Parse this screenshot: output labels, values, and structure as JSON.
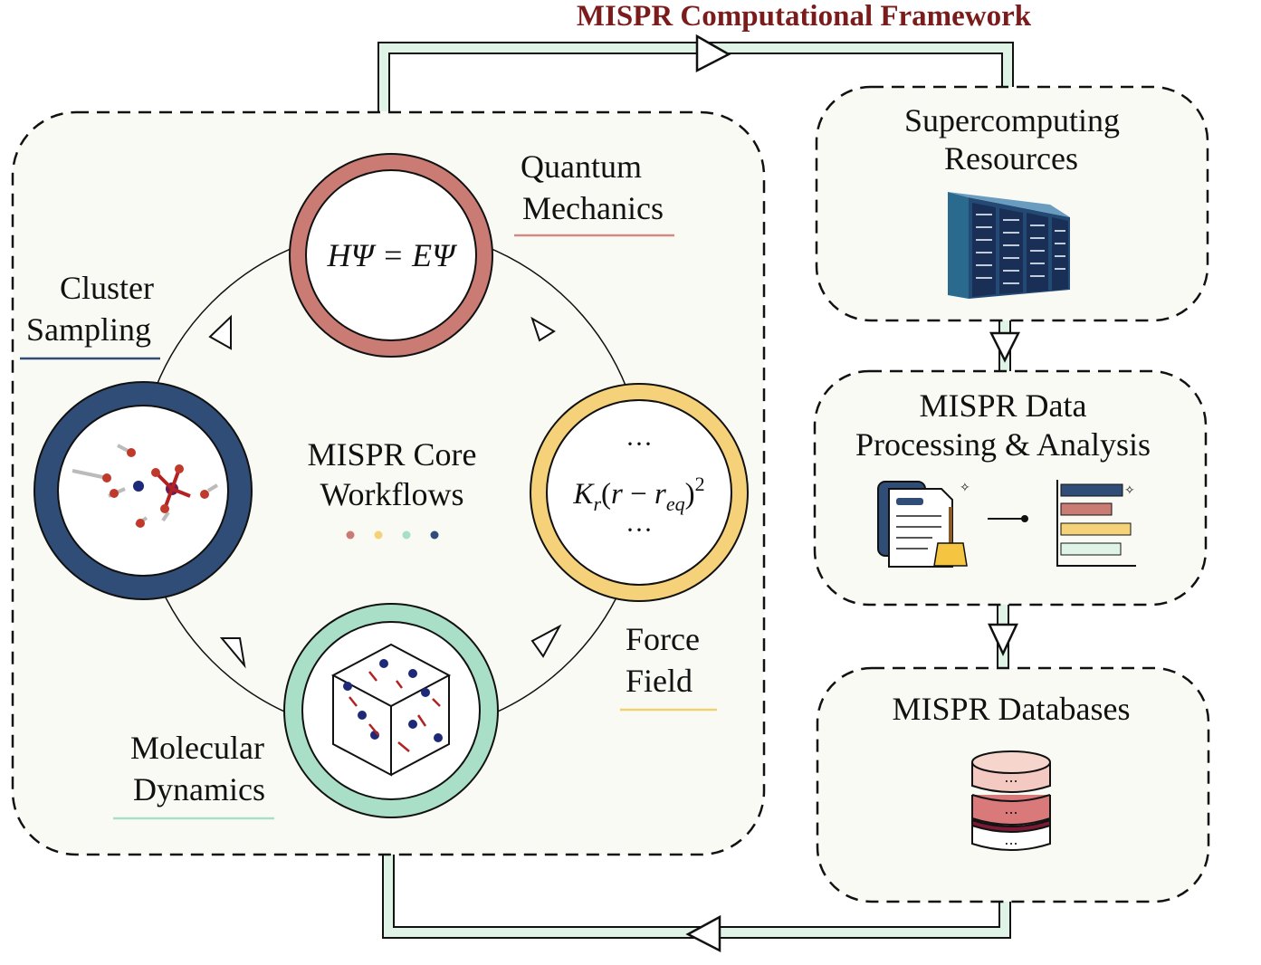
{
  "title": "MISPR Computational Framework",
  "core": {
    "label_line1": "MISPR Core",
    "label_line2": "Workflows",
    "dot_colors": [
      "#c97b74",
      "#f5d17a",
      "#a9dfc6",
      "#2f4d77"
    ]
  },
  "nodes": {
    "quantum": {
      "label_line1": "Quantum",
      "label_line2": "Mechanics",
      "equation": "HΨ = EΨ",
      "ring_color": "#c97b74",
      "underline_color": "#d08a84"
    },
    "force_field": {
      "label_line1": "Force",
      "label_line2": "Field",
      "dots_top": "···",
      "dots_bottom": "···",
      "ring_color": "#f5d17a",
      "underline_color": "#f2cf6f"
    },
    "molecular_dynamics": {
      "label_line1": "Molecular",
      "label_line2": "Dynamics",
      "ring_color": "#a9dfc6",
      "underline_color": "#a9dfc6"
    },
    "cluster_sampling": {
      "label_line1": "Cluster",
      "label_line2": "Sampling",
      "ring_color": "#2f4d77",
      "underline_color": "#2f4d77"
    }
  },
  "right_panels": {
    "supercomputing": {
      "line1": "Supercomputing",
      "line2": "Resources",
      "icon": "server-rack-icon"
    },
    "data_processing": {
      "line1": "MISPR Data",
      "line2": "Processing & Analysis",
      "icon": "document-cleanup-icon"
    },
    "databases": {
      "line1": "MISPR Databases",
      "icon": "database-icon",
      "disk_label": "..."
    }
  },
  "colors": {
    "title": "#7b1c1c",
    "pipe_fill": "#dff3e6",
    "panel_fill": "#fafaf5"
  }
}
